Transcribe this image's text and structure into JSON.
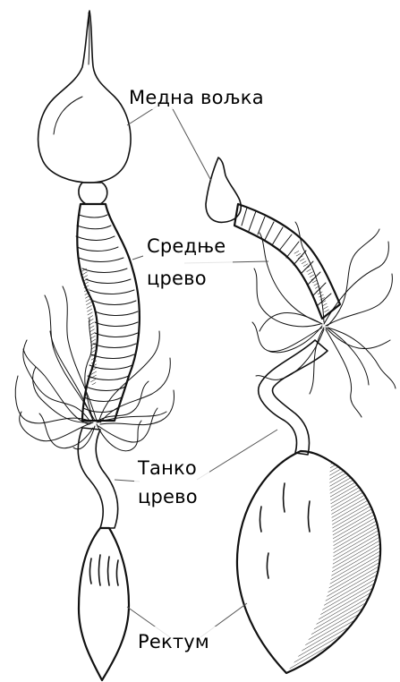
{
  "figure": {
    "labels": {
      "honey_stomach": "Медна вољка",
      "midgut_line1": "Средње",
      "midgut_line2": "црево",
      "small_intestine_line1": "Танко",
      "small_intestine_line2": "црево",
      "rectum": "Ректум"
    }
  }
}
